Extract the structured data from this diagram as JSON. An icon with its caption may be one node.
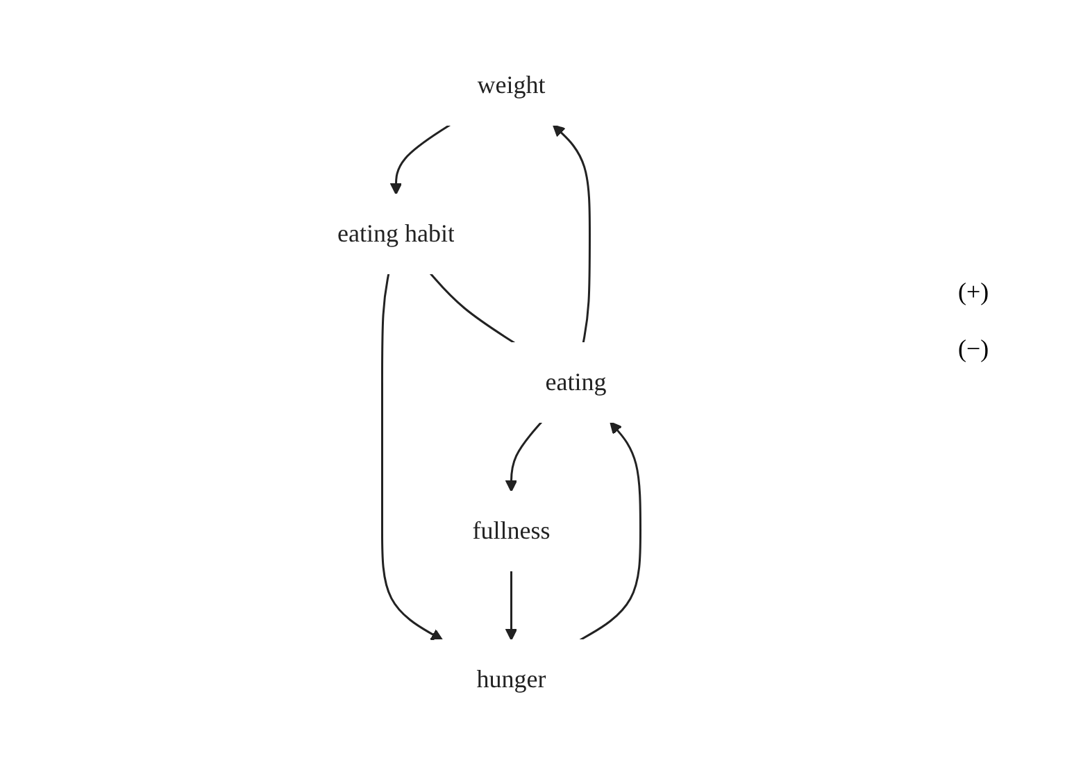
{
  "diagram": {
    "nodes": [
      {
        "text": [
          "weight"
        ]
      },
      {
        "text": [
          "eating"
        ]
      },
      {
        "text": [
          "eating habit"
        ]
      },
      {
        "text": [
          "fullness"
        ]
      },
      {
        "text": [
          "hunger"
        ]
      }
    ],
    "edges": [
      {
        "from": 1,
        "to": 0,
        "arrow": "to"
      },
      {
        "from": 0,
        "to": 2,
        "arrow": "to"
      },
      {
        "from": 2,
        "to": 1,
        "arrow": "none"
      },
      {
        "from": 2,
        "to": 4,
        "arrow": "to"
      },
      {
        "from": 4,
        "to": 1,
        "arrow": "to"
      },
      {
        "from": 1,
        "to": 3,
        "arrow": "to"
      },
      {
        "from": 3,
        "to": 4,
        "arrow": "to"
      }
    ],
    "labels": [
      "(+)",
      "(−)"
    ]
  }
}
